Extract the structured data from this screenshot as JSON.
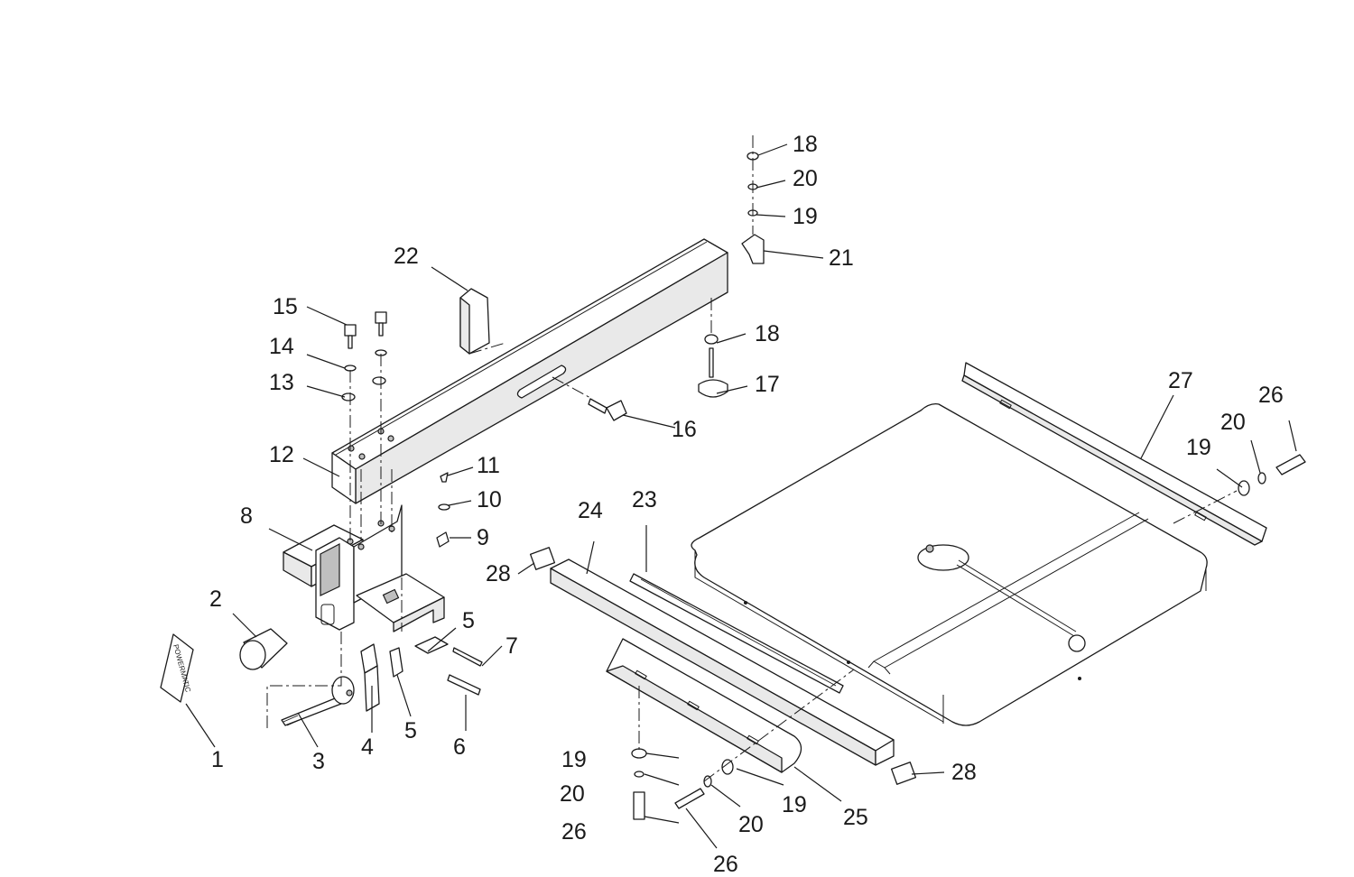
{
  "diagram": {
    "brand_label": "POWERMATIC",
    "callouts": [
      {
        "id": "c1",
        "label": "1"
      },
      {
        "id": "c2",
        "label": "2"
      },
      {
        "id": "c3",
        "label": "3"
      },
      {
        "id": "c4",
        "label": "4"
      },
      {
        "id": "c5a",
        "label": "5"
      },
      {
        "id": "c5b",
        "label": "5"
      },
      {
        "id": "c6",
        "label": "6"
      },
      {
        "id": "c7",
        "label": "7"
      },
      {
        "id": "c8",
        "label": "8"
      },
      {
        "id": "c9",
        "label": "9"
      },
      {
        "id": "c10",
        "label": "10"
      },
      {
        "id": "c11",
        "label": "11"
      },
      {
        "id": "c12",
        "label": "12"
      },
      {
        "id": "c13",
        "label": "13"
      },
      {
        "id": "c14",
        "label": "14"
      },
      {
        "id": "c15",
        "label": "15"
      },
      {
        "id": "c16",
        "label": "16"
      },
      {
        "id": "c17",
        "label": "17"
      },
      {
        "id": "c18a",
        "label": "18"
      },
      {
        "id": "c18b",
        "label": "18"
      },
      {
        "id": "c19a",
        "label": "19"
      },
      {
        "id": "c19b",
        "label": "19"
      },
      {
        "id": "c19c",
        "label": "19"
      },
      {
        "id": "c19d",
        "label": "19"
      },
      {
        "id": "c20a",
        "label": "20"
      },
      {
        "id": "c20b",
        "label": "20"
      },
      {
        "id": "c20c",
        "label": "20"
      },
      {
        "id": "c20d",
        "label": "20"
      },
      {
        "id": "c21",
        "label": "21"
      },
      {
        "id": "c22",
        "label": "22"
      },
      {
        "id": "c23",
        "label": "23"
      },
      {
        "id": "c24",
        "label": "24"
      },
      {
        "id": "c25",
        "label": "25"
      },
      {
        "id": "c26a",
        "label": "26"
      },
      {
        "id": "c26b",
        "label": "26"
      },
      {
        "id": "c26c",
        "label": "26"
      },
      {
        "id": "c27",
        "label": "27"
      },
      {
        "id": "c28a",
        "label": "28"
      },
      {
        "id": "c28b",
        "label": "28"
      }
    ]
  }
}
